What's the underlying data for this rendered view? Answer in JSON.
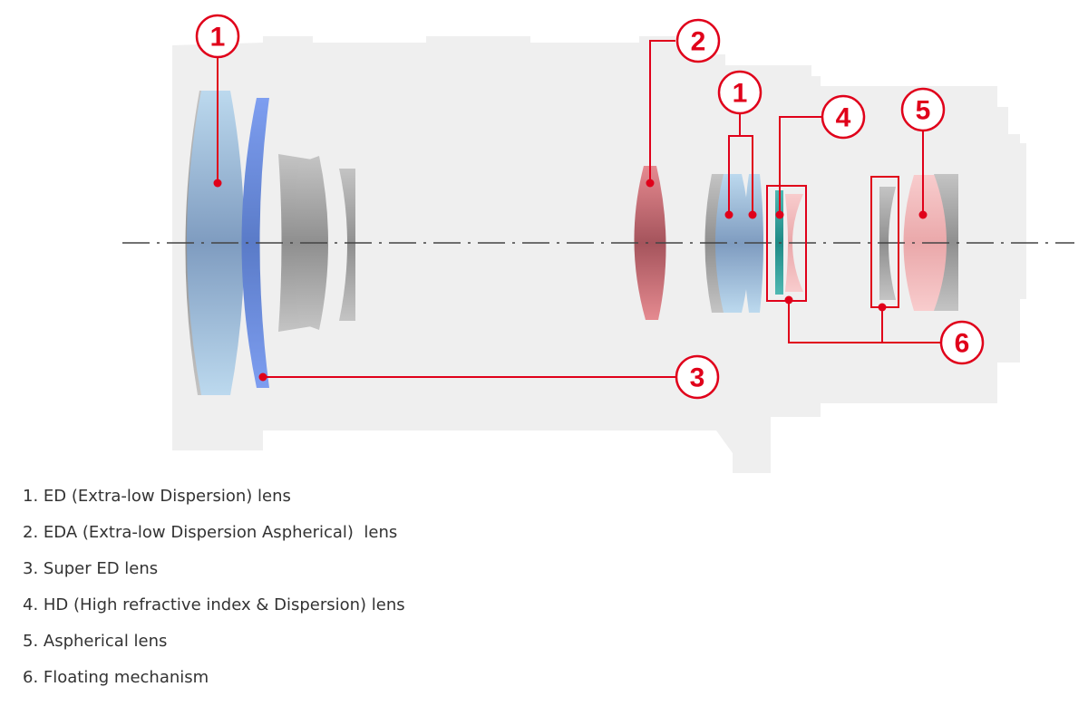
{
  "colors": {
    "accent": "#e0001a",
    "housing": "#efefef",
    "lens_gray": "#a9a9a9",
    "lens_blue": "#8fb4d8",
    "lens_super_ed": "#6a8fe0",
    "lens_red": "#c9646c",
    "lens_hd": "#2f9d9a",
    "lens_pink": "#f2b6b8",
    "axis": "#444444"
  },
  "callouts": [
    {
      "id": "c1a",
      "number": "1"
    },
    {
      "id": "c2",
      "number": "2"
    },
    {
      "id": "c1b",
      "number": "1"
    },
    {
      "id": "c4",
      "number": "4"
    },
    {
      "id": "c5",
      "number": "5"
    },
    {
      "id": "c3",
      "number": "3"
    },
    {
      "id": "c6",
      "number": "6"
    }
  ],
  "legend": [
    {
      "text": "1. ED (Extra-low Dispersion) lens"
    },
    {
      "text": "2. EDA (Extra-low Dispersion Aspherical)  lens"
    },
    {
      "text": "3. Super ED lens"
    },
    {
      "text": "4. HD (High refractive index & Dispersion) lens"
    },
    {
      "text": "5. Aspherical lens"
    },
    {
      "text": "6. Floating mechanism"
    }
  ]
}
